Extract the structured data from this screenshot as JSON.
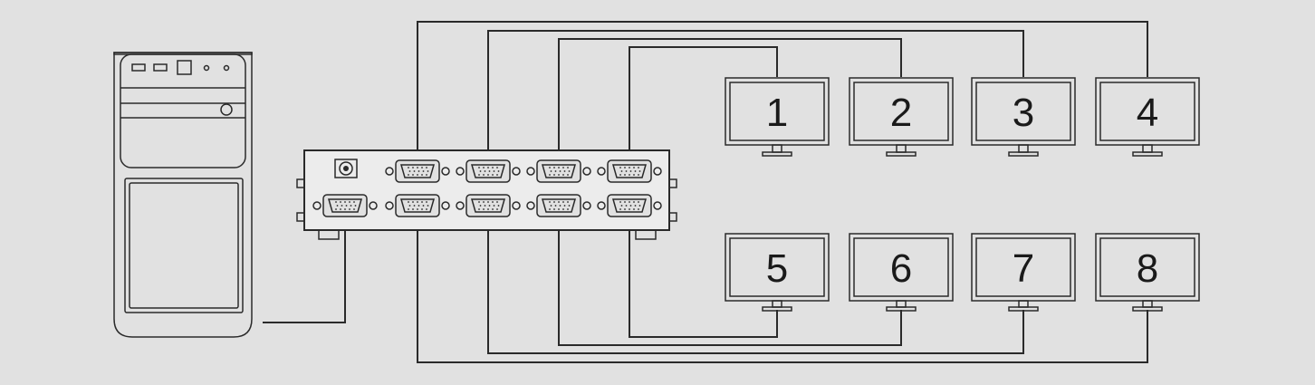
{
  "diagram": {
    "colors": {
      "background": "#e1e1e1",
      "line": "#2a2a2a",
      "panel": "#ececec"
    },
    "computer": {
      "icon": "desktop-tower-icon"
    },
    "splitter": {
      "icon": "vga-splitter-icon",
      "output_ports": 8,
      "input_ports": 1
    },
    "monitors": [
      {
        "label": "1"
      },
      {
        "label": "2"
      },
      {
        "label": "3"
      },
      {
        "label": "4"
      },
      {
        "label": "5"
      },
      {
        "label": "6"
      },
      {
        "label": "7"
      },
      {
        "label": "8"
      }
    ]
  }
}
